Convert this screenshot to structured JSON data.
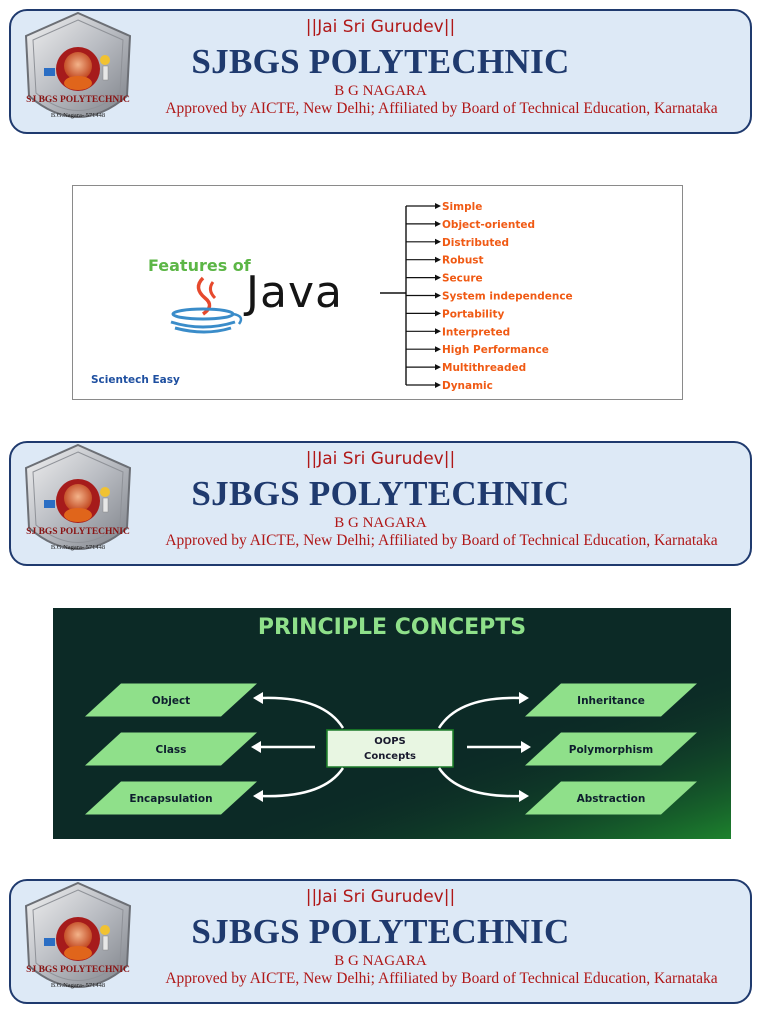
{
  "header": {
    "motto": "||Jai Sri Gurudev||",
    "college": "SJBGS POLYTECHNIC",
    "town": "B G NAGARA",
    "approval": "Approved by AICTE, New Delhi; Affiliated by Board of Technical Education, Karnataka",
    "logo_name": "SJ BGS POLYTECHNIC",
    "logo_place": "B.G.Nagara- 571448"
  },
  "java_features": {
    "title_prefix": "Features of",
    "title_main": "Java",
    "credit": "Scientech Easy",
    "items": [
      "Simple",
      "Object-oriented",
      "Distributed",
      "Robust",
      "Secure",
      "System independence",
      "Portability",
      "Interpreted",
      "High Performance",
      "Multithreaded",
      "Dynamic"
    ]
  },
  "oops": {
    "title": "PRINCIPLE CONCEPTS",
    "center_line1": "OOPS",
    "center_line2": "Concepts",
    "left": [
      "Object",
      "Class",
      "Encapsulation"
    ],
    "right": [
      "Inheritance",
      "Polymorphism",
      "Abstraction"
    ]
  },
  "colors": {
    "navy": "#1f3a6e",
    "red": "#b01818",
    "banner_bg": "#dde9f6",
    "java_orange": "#f05a14",
    "java_green": "#5cb646",
    "oop_bg": "#0c2a26",
    "oop_green": "#8fe08a"
  }
}
